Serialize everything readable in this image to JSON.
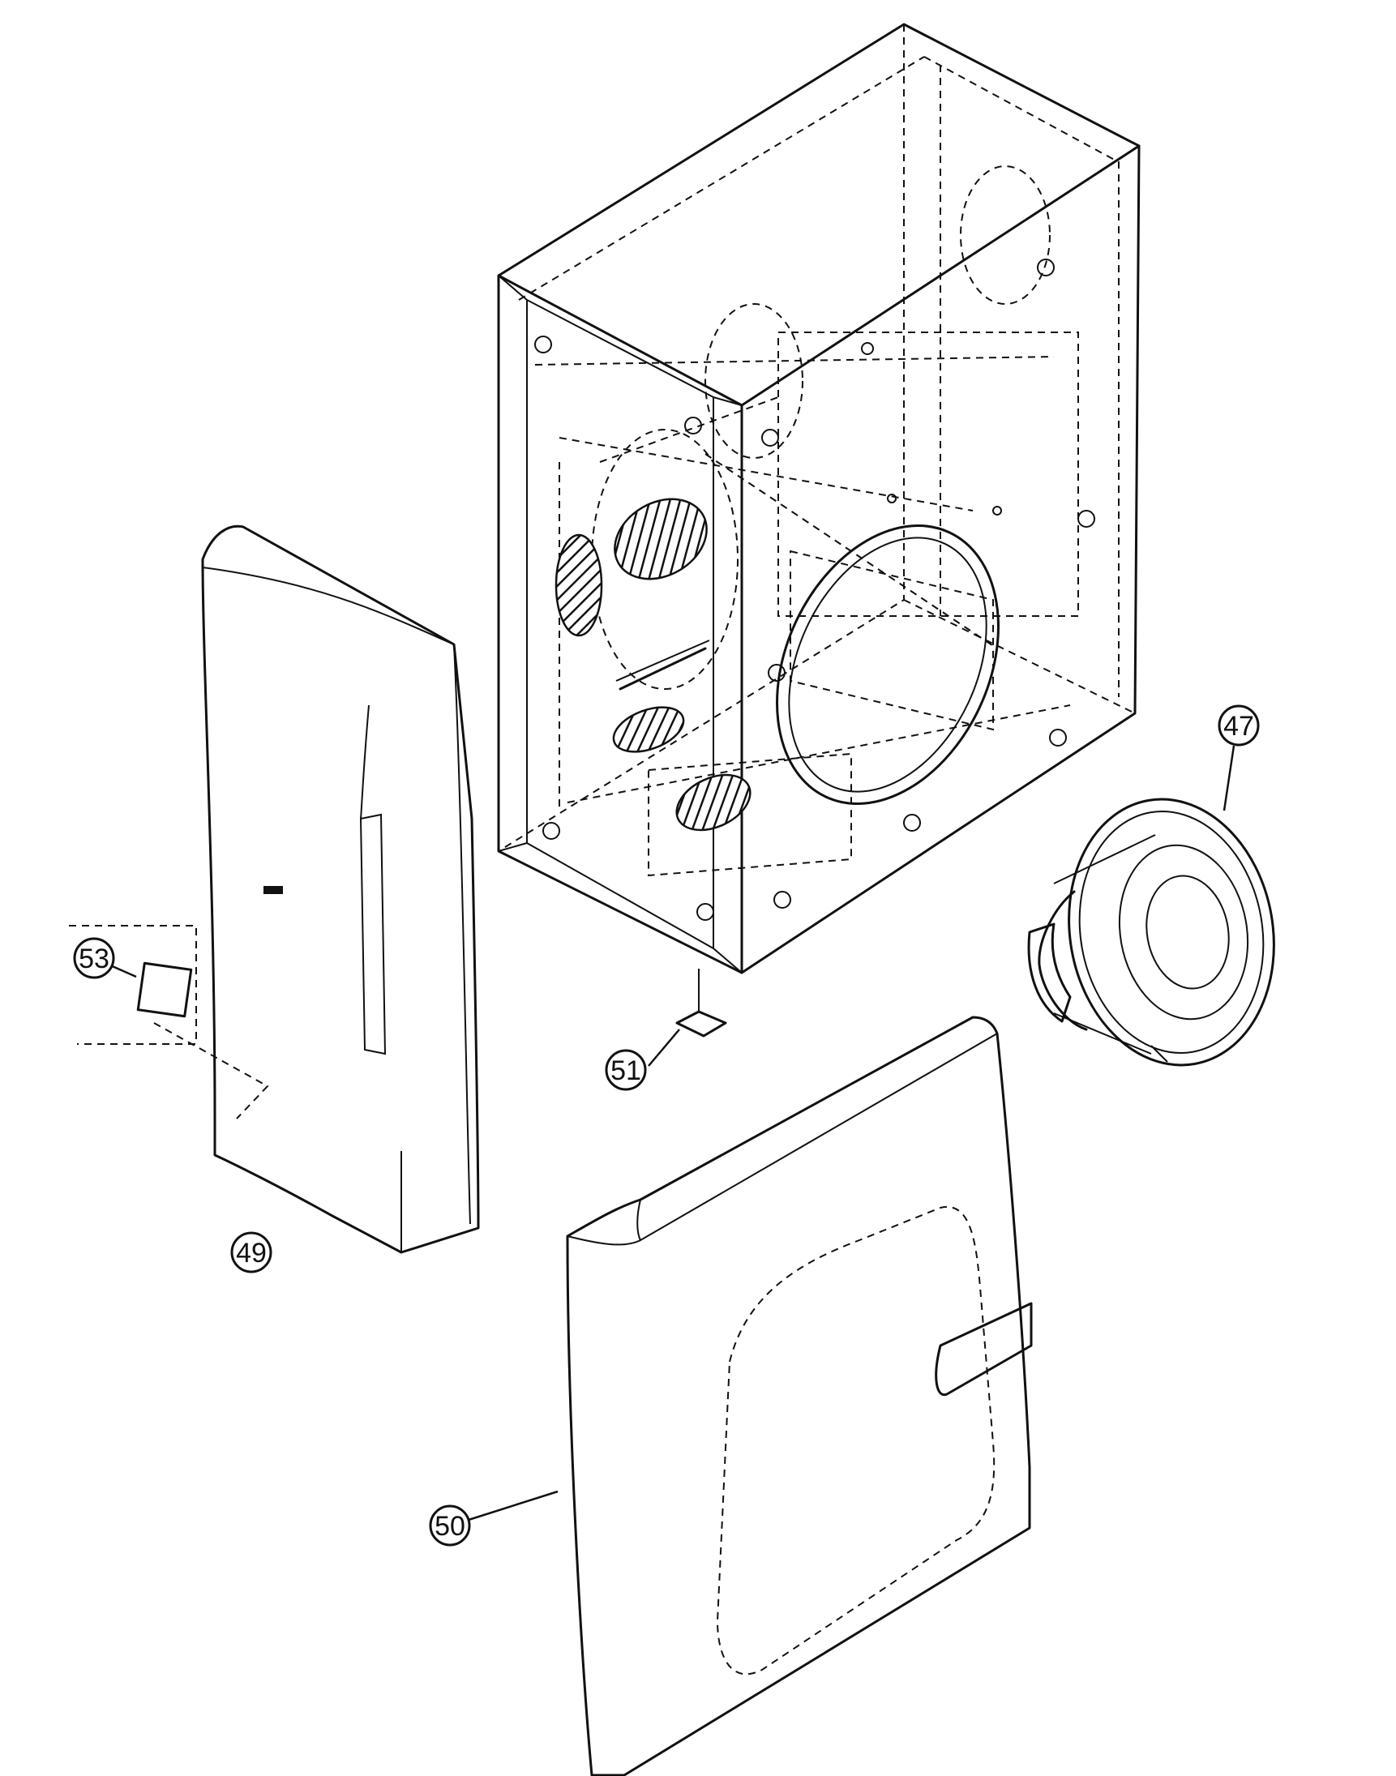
{
  "callouts": {
    "c47": "47",
    "c49": "49",
    "c50": "50",
    "c51": "51",
    "c53": "53"
  }
}
